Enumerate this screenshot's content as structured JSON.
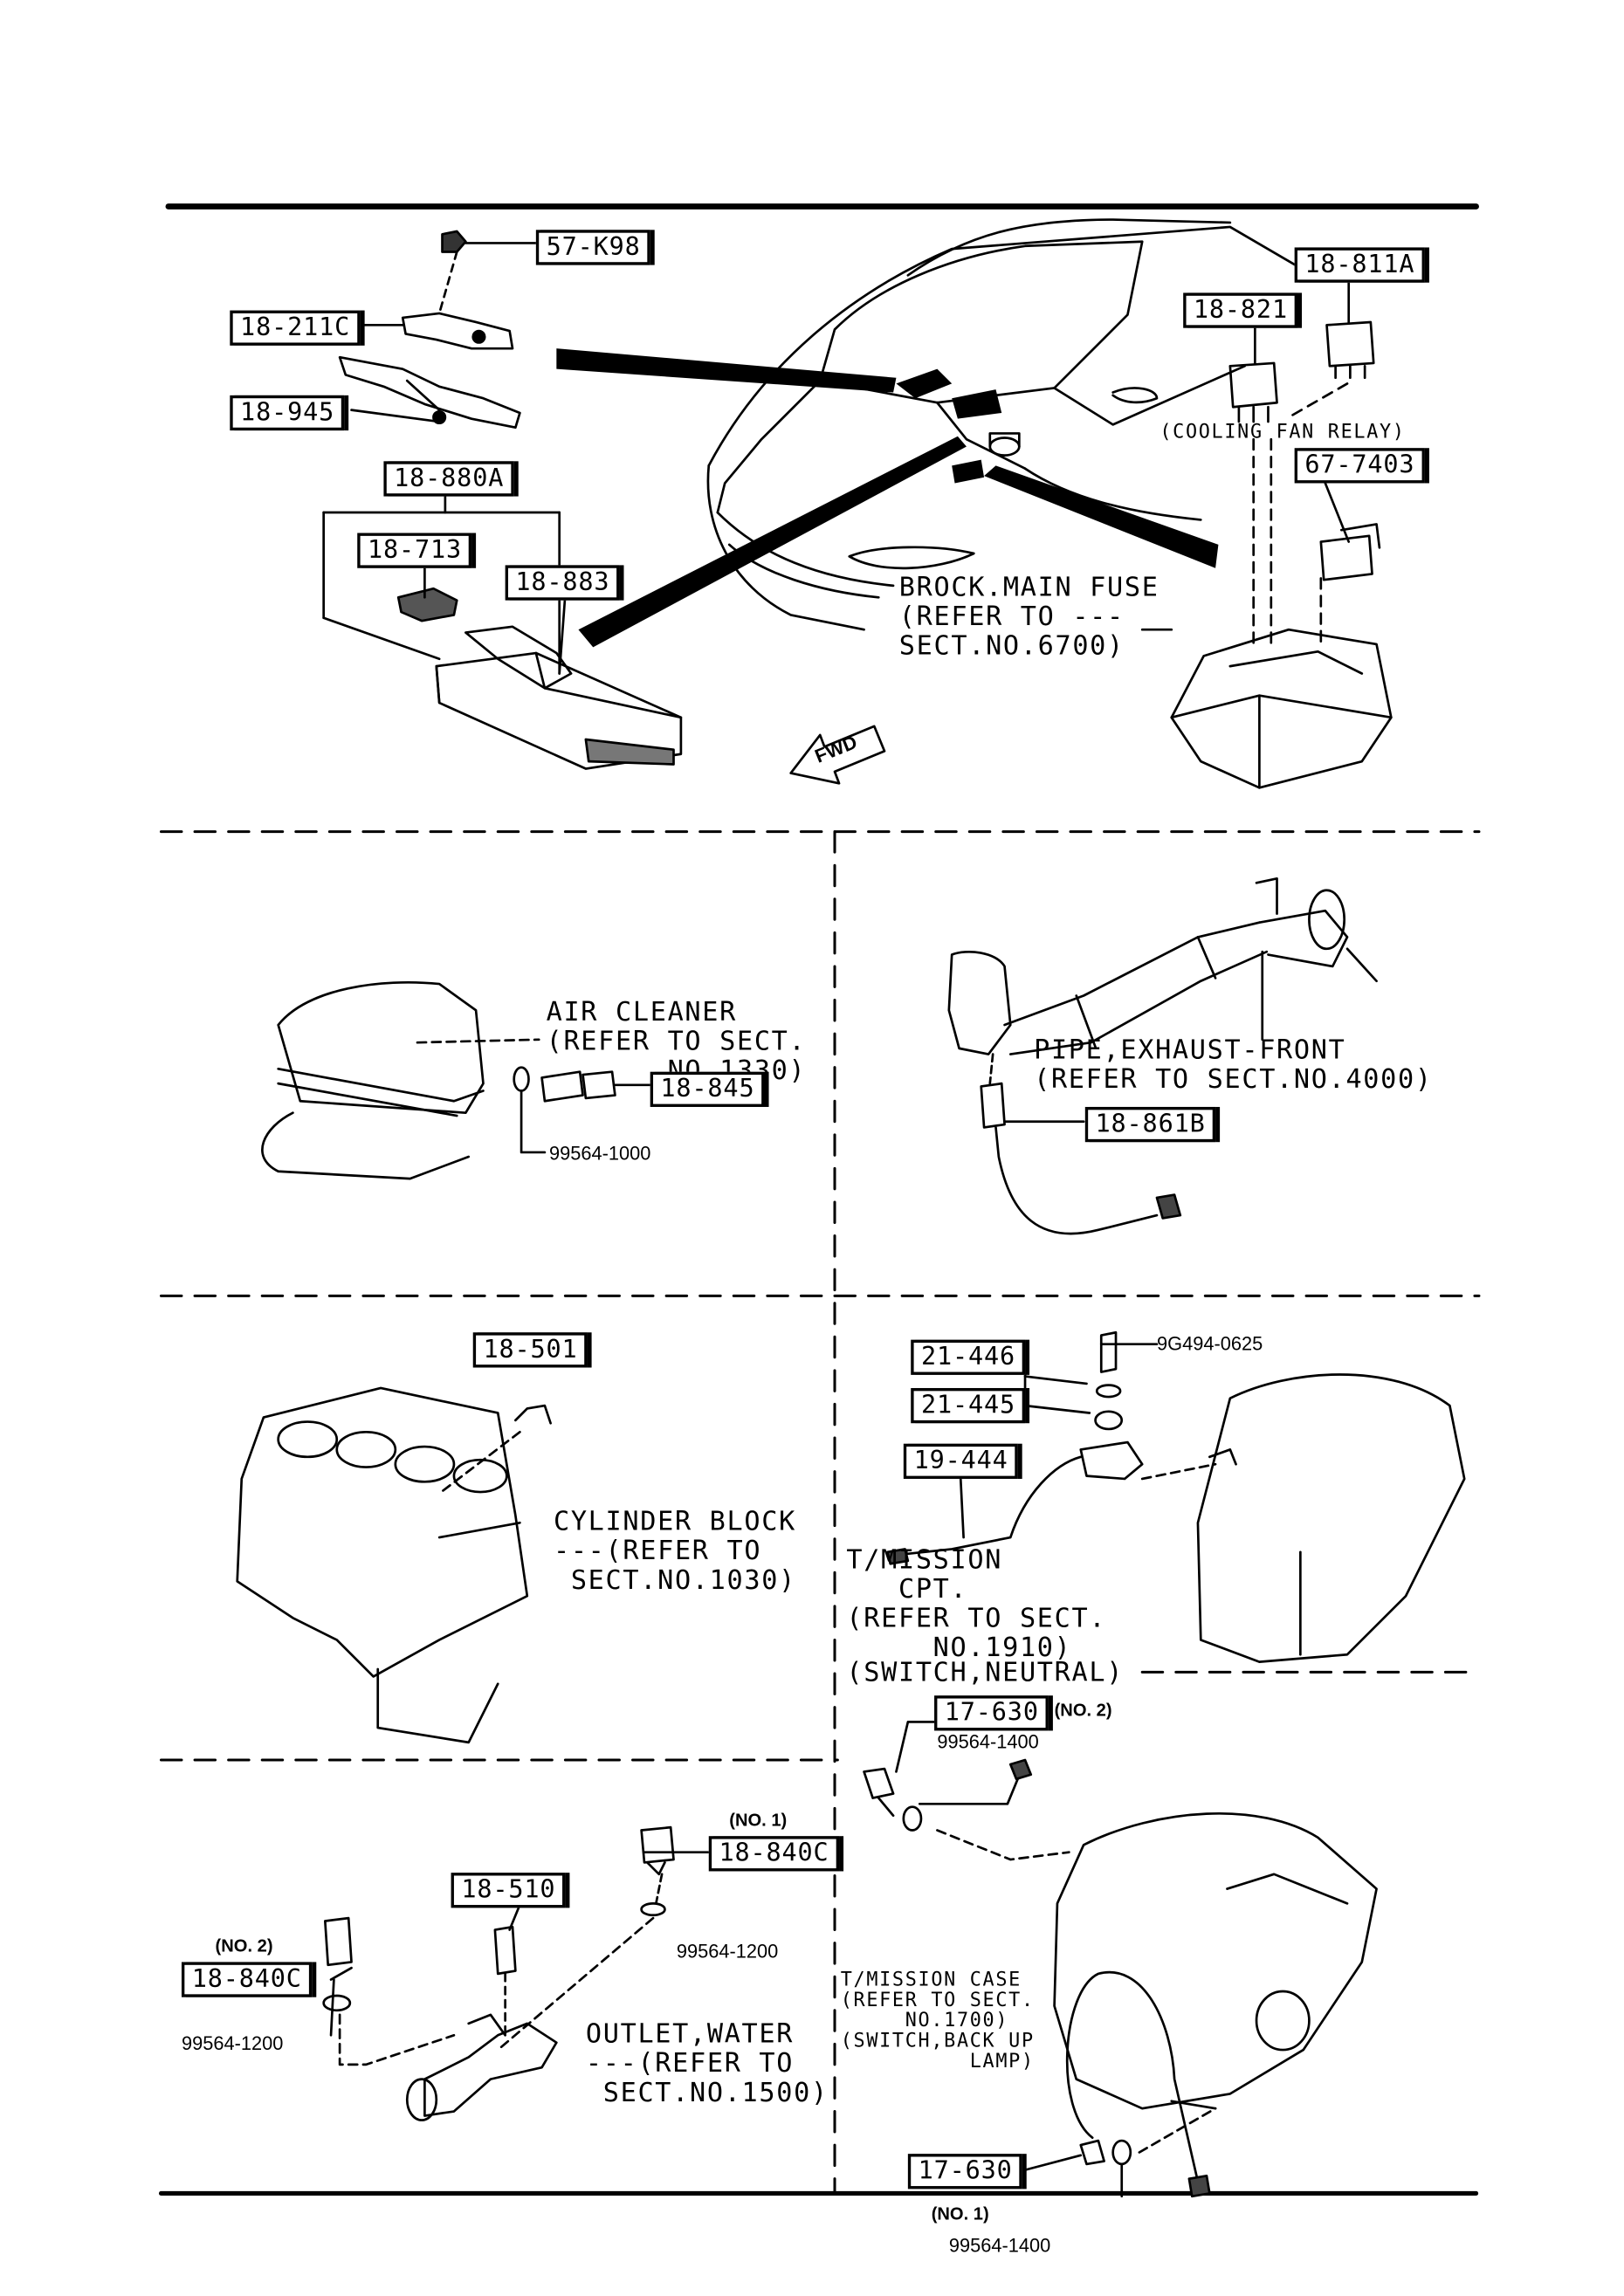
{
  "panel1": {
    "labels": {
      "p57k98": "57-K98",
      "p18211c": "18-211C",
      "p18945": "18-945",
      "p18880a": "18-880A",
      "p18713": "18-713",
      "p18883": "18-883",
      "p18821": "18-821",
      "p18811a": "18-811A",
      "p677403": "67-7403"
    },
    "cooling_fan_relay": "(COOLING FAN RELAY)",
    "block_main_fuse": "BROCK.MAIN FUSE\n(REFER TO ---\nSECT.NO.6700)",
    "fwd": "FWD"
  },
  "panel2": {
    "air_cleaner": "AIR CLEANER\n(REFER TO SECT.\n       NO.1330)",
    "p18845": "18-845",
    "washer": "99564-1000"
  },
  "panel3": {
    "pipe_exhaust": "PIPE,EXHAUST-FRONT\n(REFER TO SECT.NO.4000)",
    "p18861b": "18-861B"
  },
  "panel4": {
    "p18501": "18-501",
    "cylinder_block": "CYLINDER BLOCK\n---(REFER TO\n SECT.NO.1030)"
  },
  "panel5": {
    "p21446": "21-446",
    "p21445": "21-445",
    "p19444": "19-444",
    "bolt": "9G494-0625",
    "tmission_cpt": "T/MISSION\n   CPT.\n(REFER TO SECT.\n     NO.1910)",
    "switch_neutral": "(SWITCH,NEUTRAL)"
  },
  "panel6": {
    "p18510": "18-510",
    "p18840c_1": "18-840C",
    "p18840c_2": "18-840C",
    "no1": "(NO. 1)",
    "no2": "(NO. 2)",
    "washer_a": "99564-1200",
    "washer_b": "99564-1200",
    "outlet_water": "OUTLET,WATER\n---(REFER TO\n SECT.NO.1500)"
  },
  "panel7": {
    "p17630_2": "17-630",
    "no2": "(NO. 2)",
    "washer_top": "99564-1400",
    "tmission_case": "T/MISSION CASE\n(REFER TO SECT.\n     NO.1700)\n(SWITCH,BACK UP\n          LAMP)",
    "p17630_1": "17-630",
    "no1": "(NO. 1)",
    "washer_bottom": "99564-1400"
  }
}
